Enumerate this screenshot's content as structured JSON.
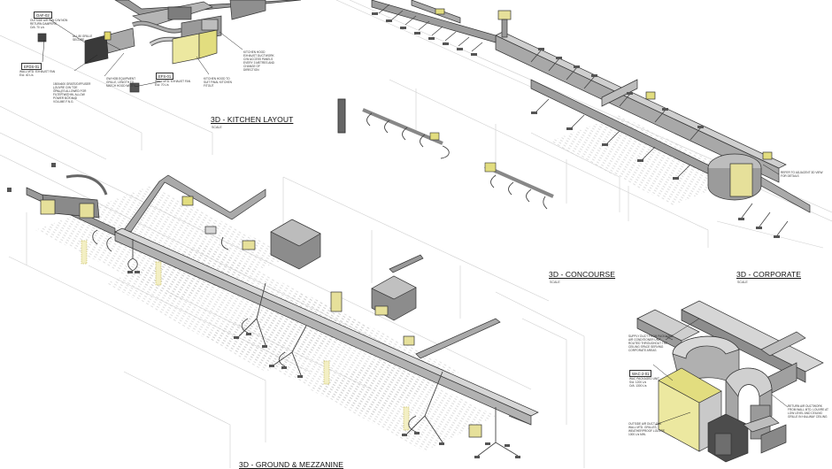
{
  "views": {
    "kitchen": {
      "title": "3D - KITCHEN LAYOUT",
      "scale": "SCALE"
    },
    "concourse": {
      "title": "3D - CONCOURSE",
      "scale": "SCALE"
    },
    "corporate": {
      "title": "3D - CORPORATE",
      "scale": "SCALE"
    },
    "ground": {
      "title": "3D - GROUND & MEZZANINE"
    }
  },
  "tags": {
    "oaf02": "OAF-02",
    "efds01": "EFDS-01",
    "efs01": "EFS-01",
    "wac201": "WAC-2-01"
  },
  "notes": {
    "kitchen_oaf": "OUTSIDE AIR FAN C/W NON\nRETURN DAMPERS\nO/A: 70 L/s",
    "kitchen_efds": "WALL MTD. EXHAUST FAN\nE/A: 40 L/s",
    "kitchen_grease": "1500x600 GRATE/DIFFUSER\nLOUVRE C/W TOE\nGRILLES ALLOWED FOR\nFILTER WITHIN. ALLOW\nPOWER BOX AND\nVOLUME F.N.G.",
    "kitchen_attach": "ALL 80 GRILLE\nSECURE",
    "kitchen_hood_link": "GW HOB EQUIPMENT\nGRILLE, LENGTH TO\nMATCH HOOD WIDTH",
    "kitchen_efs": "WALL MTD. EXHAUST FAN\nE/A: 70 L/s",
    "kitchen_hood": "KITCHEN HOOD TO\nSUIT FINAL KITCHEN\nFITOUT",
    "kitchen_exhaust": "KITCHEN HOOD\nEXHAUST DUCTWORK\nC/W ACCESS PANELS\nEVERY 3 METRES AND\nCHANGE OF\nDIRECTION",
    "concourse_ref": "REFER TO ADJACENT 3D VIEW\nFOR DETAILS",
    "corporate_supply": "SUPPLY DUCT FROM PACKAGED\nAIR CONDITIONER UNIT\nROUTED THROUGHOUT THE\nCEILING SPACE SERVING\nCORPORATE AREAS",
    "corporate_wac": "WAC PACKAGED UNIT\nS/A: 1200 L/s\nO/A: 1300 L/s",
    "corporate_return": "RETURN AIR DUCTWORK\nFROM WALL MTD. LOUVRE AT\nLOW LEVEL AND CEILING\nGRILLE IN HALLWAY CEILING",
    "corporate_oa": "OUTSIDE AIR DUCT C/W\nWALL MTD. GRILLES,\nWEATHERPROOF LOUVRE\n1000 L/s MIN."
  }
}
